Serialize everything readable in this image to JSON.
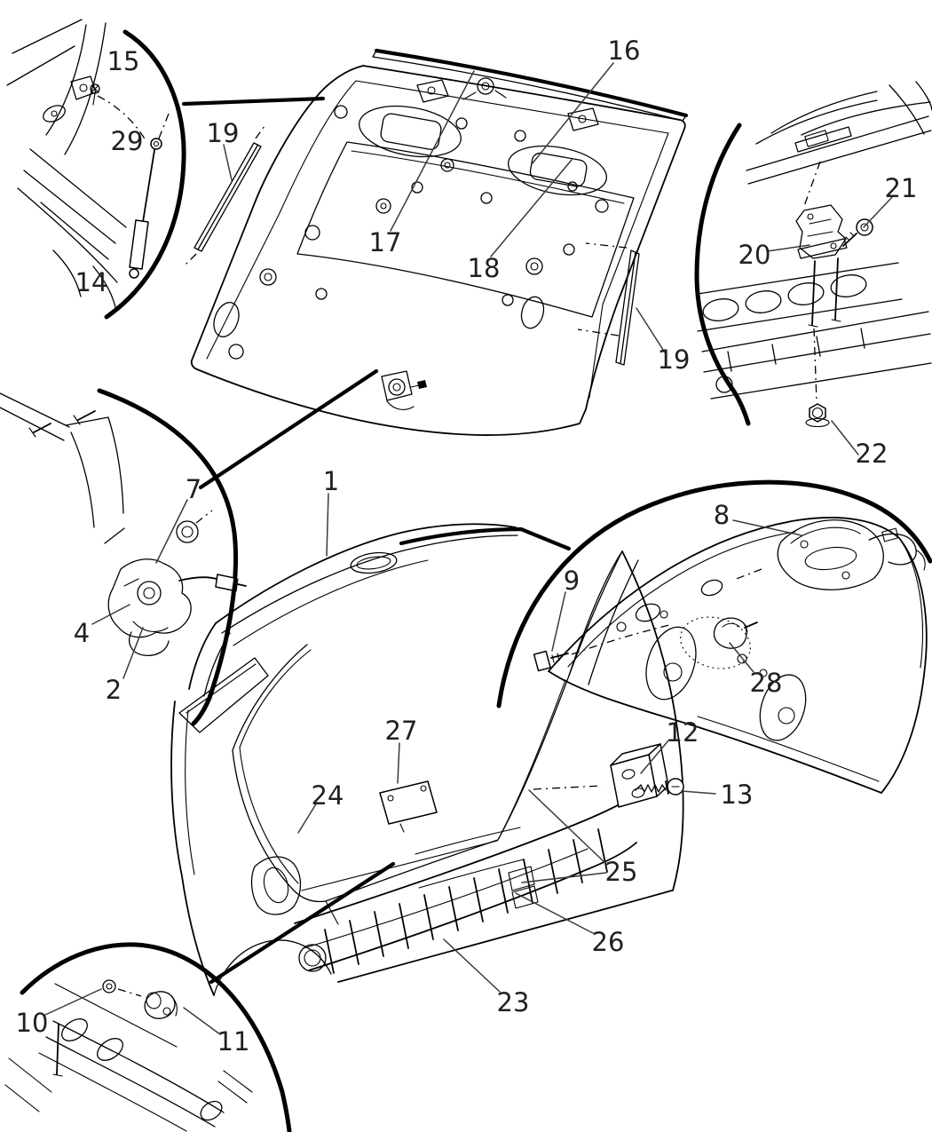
{
  "diagram": {
    "type": "exploded-parts-line-diagram",
    "subject": "Liftgate and rear body hardware with numbered part callouts",
    "colors": {
      "background": "#ffffff",
      "line": "#000000",
      "label": "#231f20"
    },
    "callouts": [
      {
        "label": "1"
      },
      {
        "label": "2"
      },
      {
        "label": "4"
      },
      {
        "label": "7"
      },
      {
        "label": "8"
      },
      {
        "label": "9"
      },
      {
        "label": "10"
      },
      {
        "label": "11"
      },
      {
        "label": "12"
      },
      {
        "label": "13"
      },
      {
        "label": "14"
      },
      {
        "label": "15"
      },
      {
        "label": "16"
      },
      {
        "label": "17"
      },
      {
        "label": "18"
      },
      {
        "label": "19"
      },
      {
        "label": "19"
      },
      {
        "label": "20"
      },
      {
        "label": "21"
      },
      {
        "label": "22"
      },
      {
        "label": "23"
      },
      {
        "label": "24"
      },
      {
        "label": "25"
      },
      {
        "label": "26"
      },
      {
        "label": "27"
      },
      {
        "label": "28"
      },
      {
        "label": "29"
      }
    ]
  }
}
